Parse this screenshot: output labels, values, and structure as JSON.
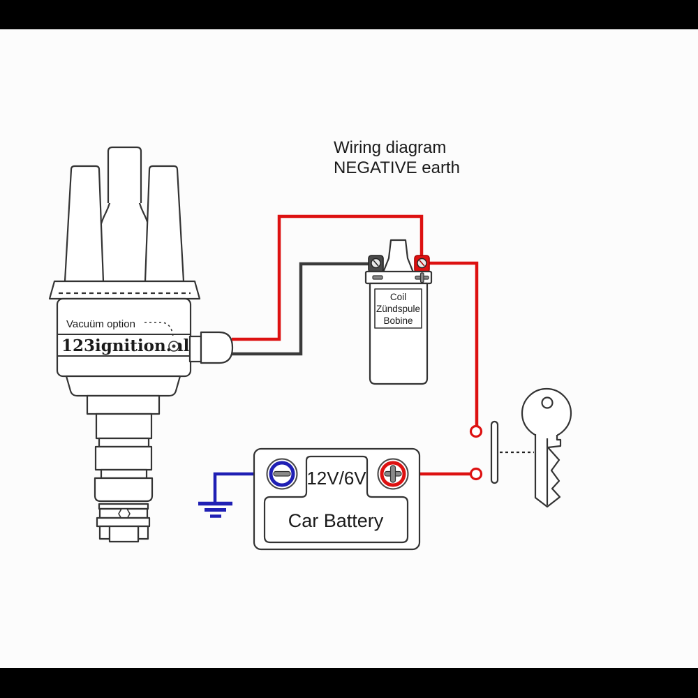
{
  "title": {
    "line1": "Wiring diagram",
    "line2": "NEGATIVE earth"
  },
  "distributor": {
    "vacuum_label": "Vacuüm option",
    "brand": "123ignition.nl"
  },
  "coil": {
    "label_lines": [
      "Coil",
      "Zündspule",
      "Bobine"
    ]
  },
  "battery": {
    "voltage": "12V/6V",
    "label": "Car Battery",
    "negative_terminal_symbol": "−",
    "positive_terminal_symbol": "+"
  },
  "colors": {
    "wire_red": "#dd1111",
    "wire_blue": "#1f1fb4",
    "wire_black": "#3a3a3a",
    "outline": "#333333",
    "letterbox": "#000000",
    "background": "#fcfcfc",
    "text": "#1a1a1a"
  }
}
